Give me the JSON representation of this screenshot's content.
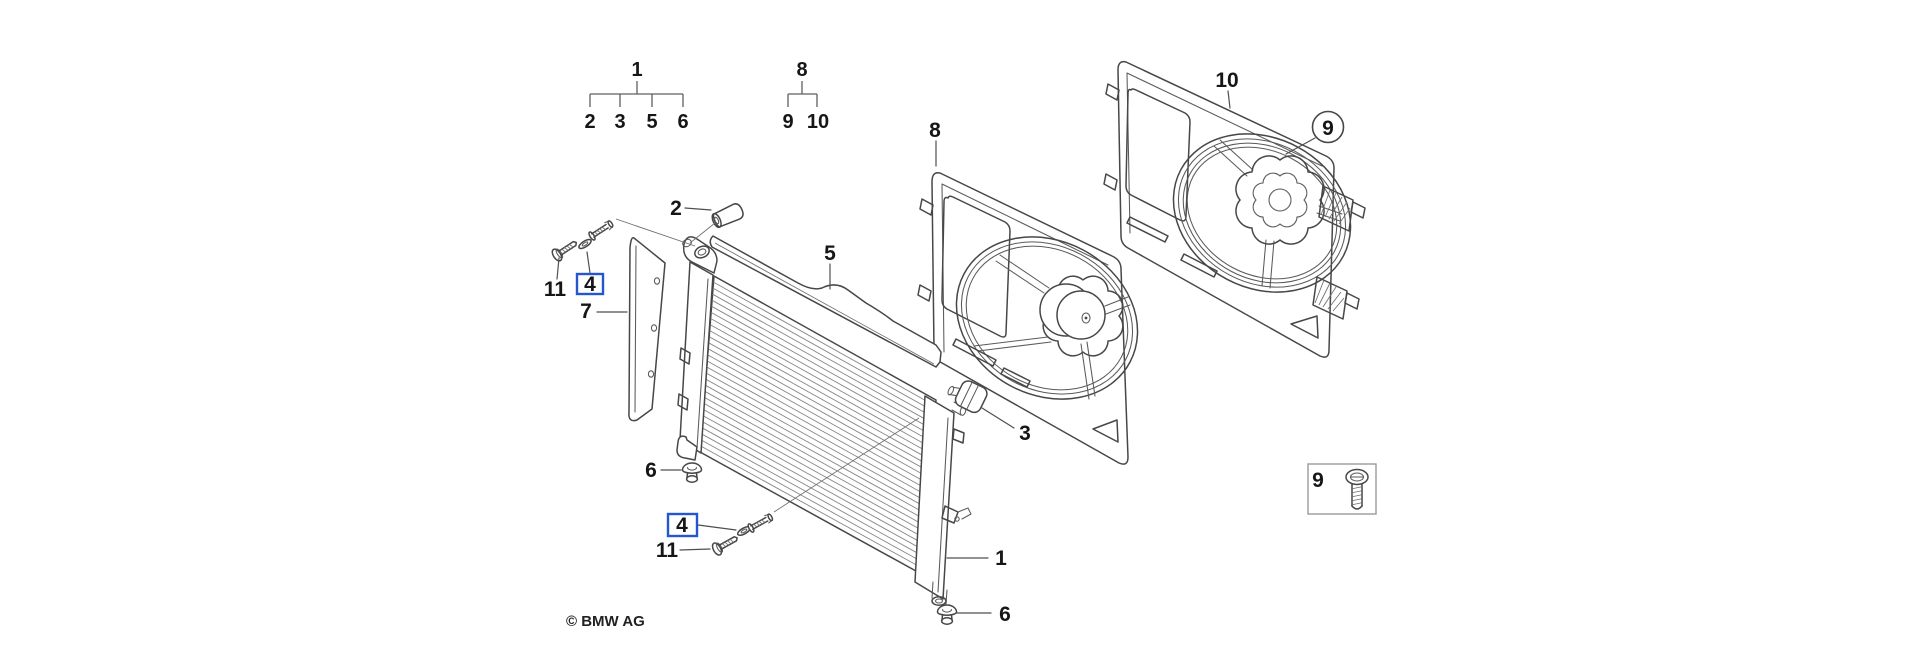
{
  "page": {
    "copyright": "© BMW AG",
    "colors": {
      "line": "#474747",
      "label": "#161616",
      "highlight_box": "#2456d0",
      "detail_box_border": "#999999"
    },
    "index_trees": [
      {
        "root": "1",
        "children": [
          "2",
          "3",
          "5",
          "6"
        ]
      },
      {
        "root": "8",
        "children": [
          "9",
          "10"
        ]
      }
    ],
    "callouts": {
      "radiator": "1",
      "sealing_cap": "2",
      "mount_grommet": "3",
      "washer_upper": "4",
      "washer_lower": "4",
      "carrier_bar": "5",
      "grommet_upper": "6",
      "grommet_lower": "6",
      "air_duct_panel": "7",
      "fan_shroud_with_fan": "8",
      "screw_circled": "9",
      "screw_detail": "9",
      "fan_shroud_rear": "10",
      "bolt_upper": "11",
      "bolt_lower": "11"
    }
  }
}
